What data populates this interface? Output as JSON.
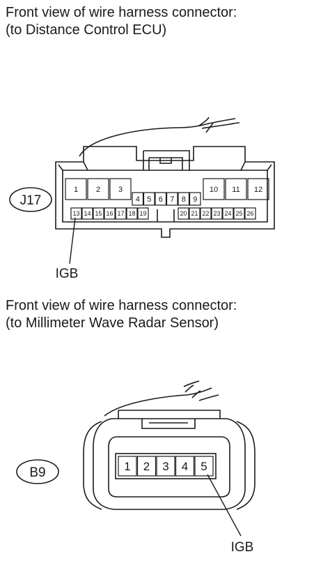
{
  "connector1": {
    "heading_line1": "Front view of wire harness connector:",
    "heading_line2": "(to Distance Control ECU)",
    "id_label": "J17",
    "pin_label": "IGB",
    "pins_top": [
      "1",
      "2",
      "3",
      "10",
      "11",
      "12"
    ],
    "pins_middle": [
      "4",
      "5",
      "6",
      "7",
      "8",
      "9"
    ],
    "pins_bottom": [
      "13",
      "14",
      "15",
      "16",
      "17",
      "18",
      "19",
      "20",
      "21",
      "22",
      "23",
      "24",
      "25",
      "26"
    ]
  },
  "connector2": {
    "heading_line1": "Front view of wire harness connector:",
    "heading_line2": "(to Millimeter Wave Radar Sensor)",
    "id_label": "B9",
    "pin_label": "IGB",
    "pins": [
      "1",
      "2",
      "3",
      "4",
      "5"
    ]
  }
}
